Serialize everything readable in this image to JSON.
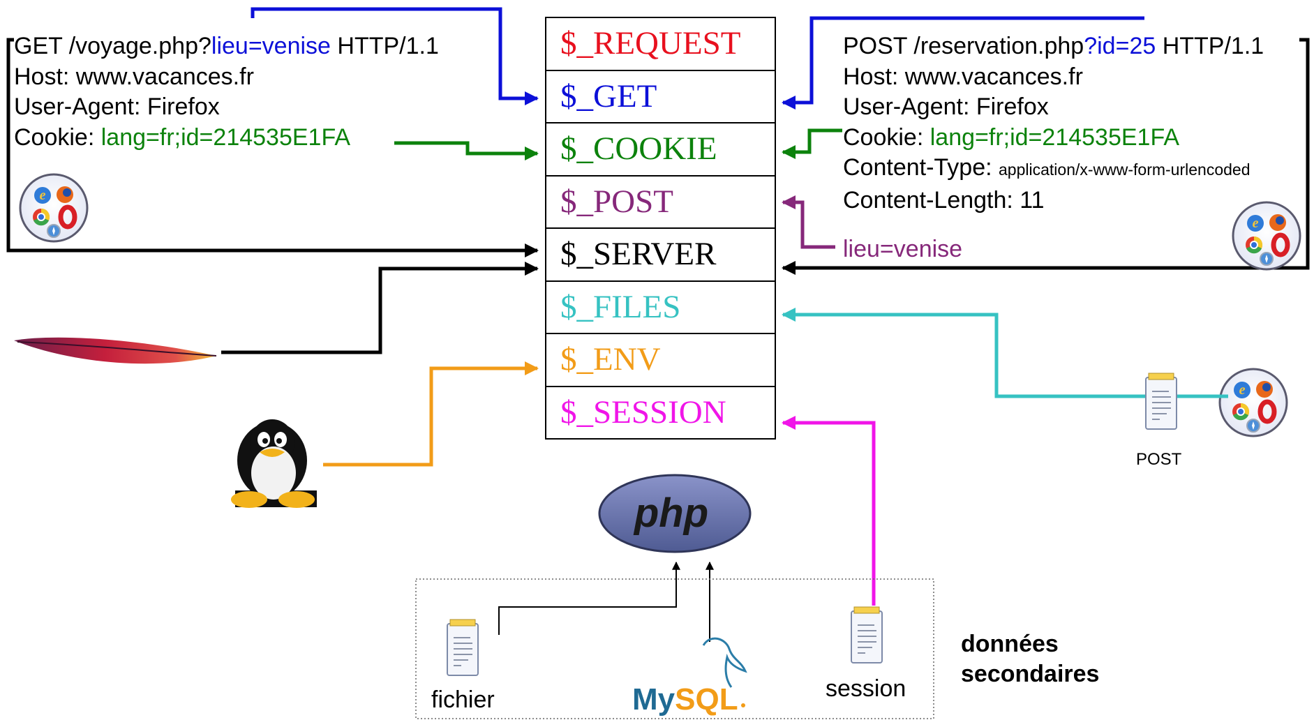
{
  "superglobals": [
    {
      "name": "$_REQUEST",
      "color": "#e8101e"
    },
    {
      "name": "$_GET",
      "color": "#0c10d8"
    },
    {
      "name": "$_COOKIE",
      "color": "#0c820c"
    },
    {
      "name": "$_POST",
      "color": "#86287a"
    },
    {
      "name": "$_SERVER",
      "color": "#000000"
    },
    {
      "name": "$_FILES",
      "color": "#36c2c2"
    },
    {
      "name": "$_ENV",
      "color": "#f29c18"
    },
    {
      "name": "$_SESSION",
      "color": "#f015e8"
    }
  ],
  "get_request": {
    "method_path": "GET /voyage.php?",
    "query": "lieu=venise",
    "protocol": " HTTP/1.1",
    "host": "Host: www.vacances.fr",
    "user_agent": "User-Agent: Firefox",
    "cookie_label": "Cookie: ",
    "cookie_value": "lang=fr;id=214535E1FA"
  },
  "post_request": {
    "method_path": "POST /reservation.php",
    "query": "?id=25",
    "protocol": " HTTP/1.1",
    "host": "Host: www.vacances.fr",
    "user_agent": "User-Agent: Firefox",
    "cookie_label": "Cookie: ",
    "cookie_value": "lang=fr;id=214535E1FA",
    "content_type_label": "Content-Type: ",
    "content_type_value": "application/x-www-form-urlencoded",
    "content_length": "Content-Length: 11",
    "body": "lieu=venise"
  },
  "logos": {
    "php": "php",
    "mysql_my": "My",
    "mysql_sql": "SQL"
  },
  "labels": {
    "post_upload": "POST",
    "file": "fichier",
    "session": "session",
    "secondary_line1": "données",
    "secondary_line2": "secondaires"
  },
  "icons": [
    "browsers-icon",
    "apache-feather-icon",
    "linux-tux-icon",
    "document-icon",
    "php-logo",
    "mysql-logo"
  ],
  "colors": {
    "get": "#0c10d8",
    "cookie": "#0c820c",
    "post": "#86287a",
    "server": "#000000",
    "files": "#36c2c2",
    "env": "#f29c18",
    "session": "#f015e8",
    "request": "#e8101e"
  }
}
